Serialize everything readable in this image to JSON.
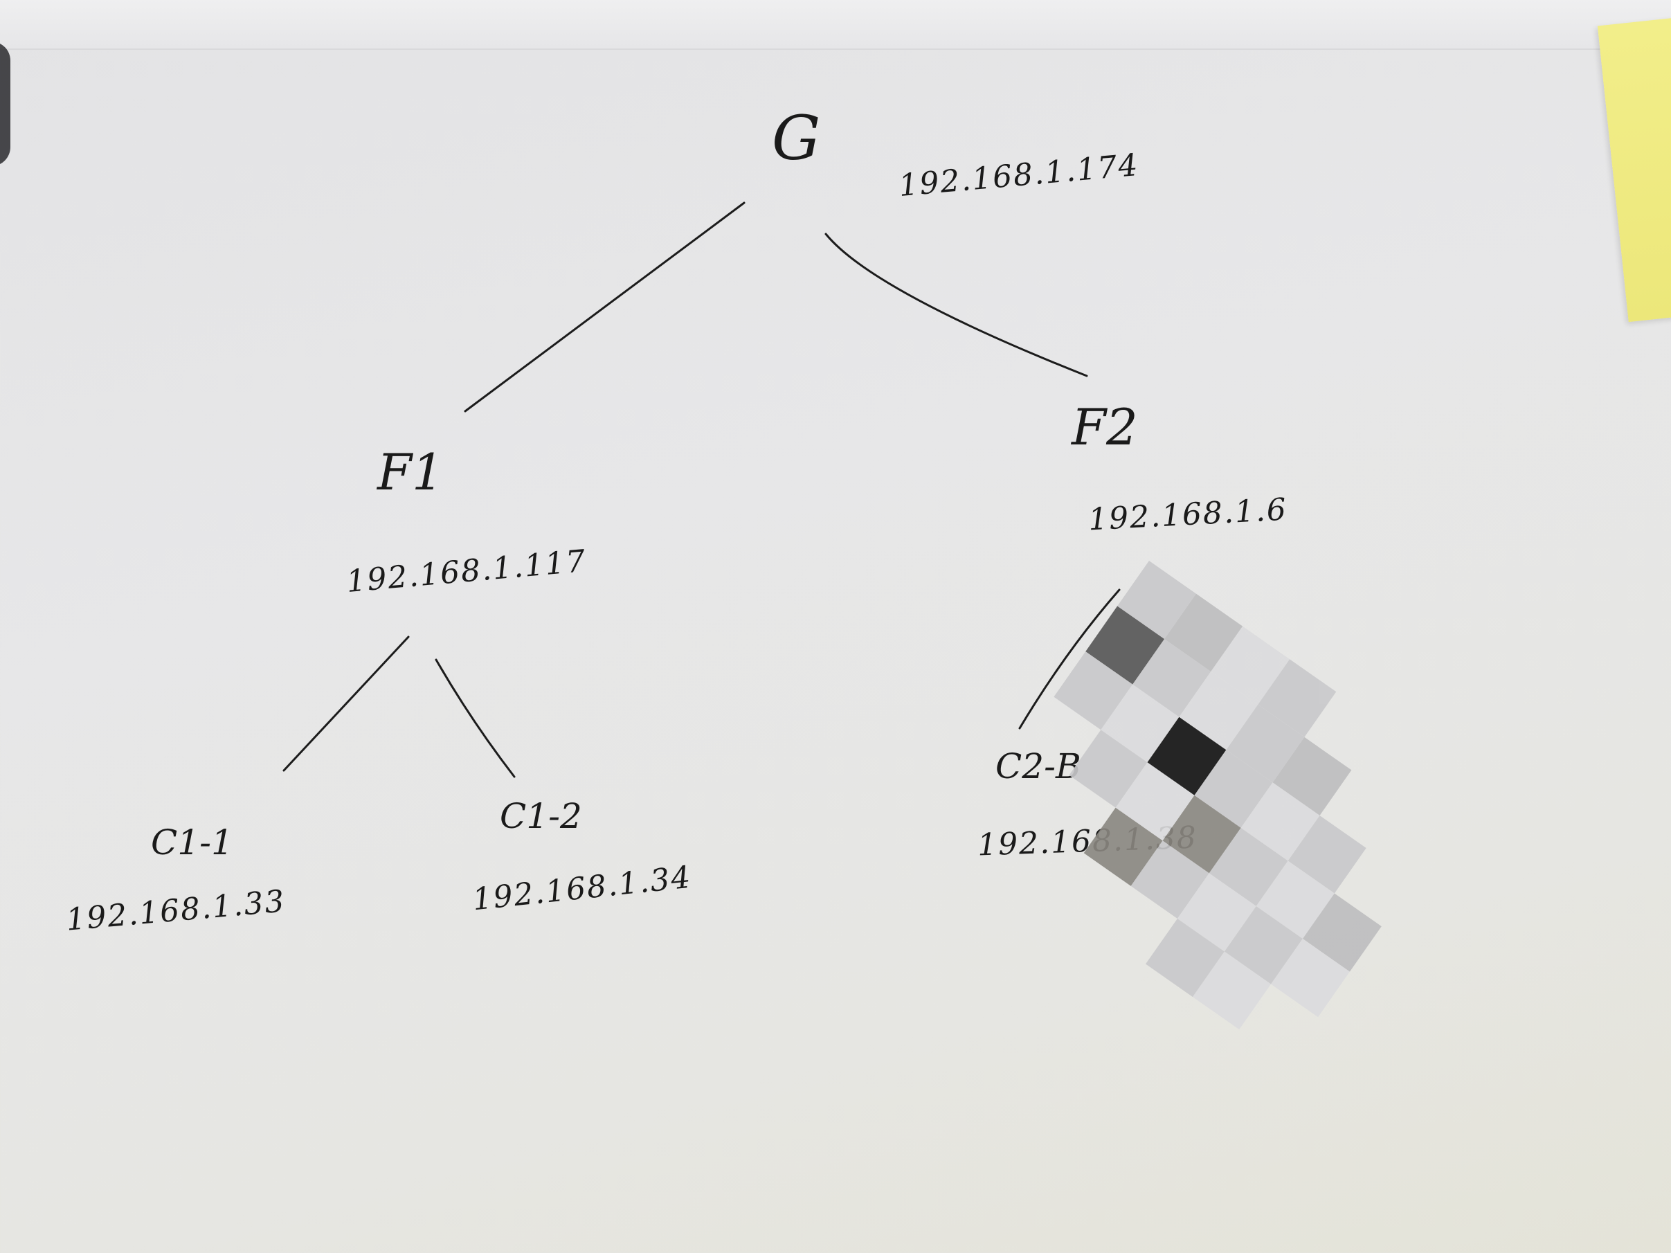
{
  "sticky_note": {
    "text": ""
  },
  "tree": {
    "root": {
      "name": "G",
      "ip": "192.168.1.174"
    },
    "level1": [
      {
        "name": "F1",
        "ip": "192.168.1.117"
      },
      {
        "name": "F2",
        "ip": "192.168.1.6"
      }
    ],
    "level2": [
      {
        "name": "C1-1",
        "ip": "192.168.1.33",
        "parent": "F1"
      },
      {
        "name": "C1-2",
        "ip": "192.168.1.34",
        "parent": "F1"
      },
      {
        "name": "C2-B",
        "ip": "192.168.1.38",
        "parent": "F2"
      }
    ]
  }
}
